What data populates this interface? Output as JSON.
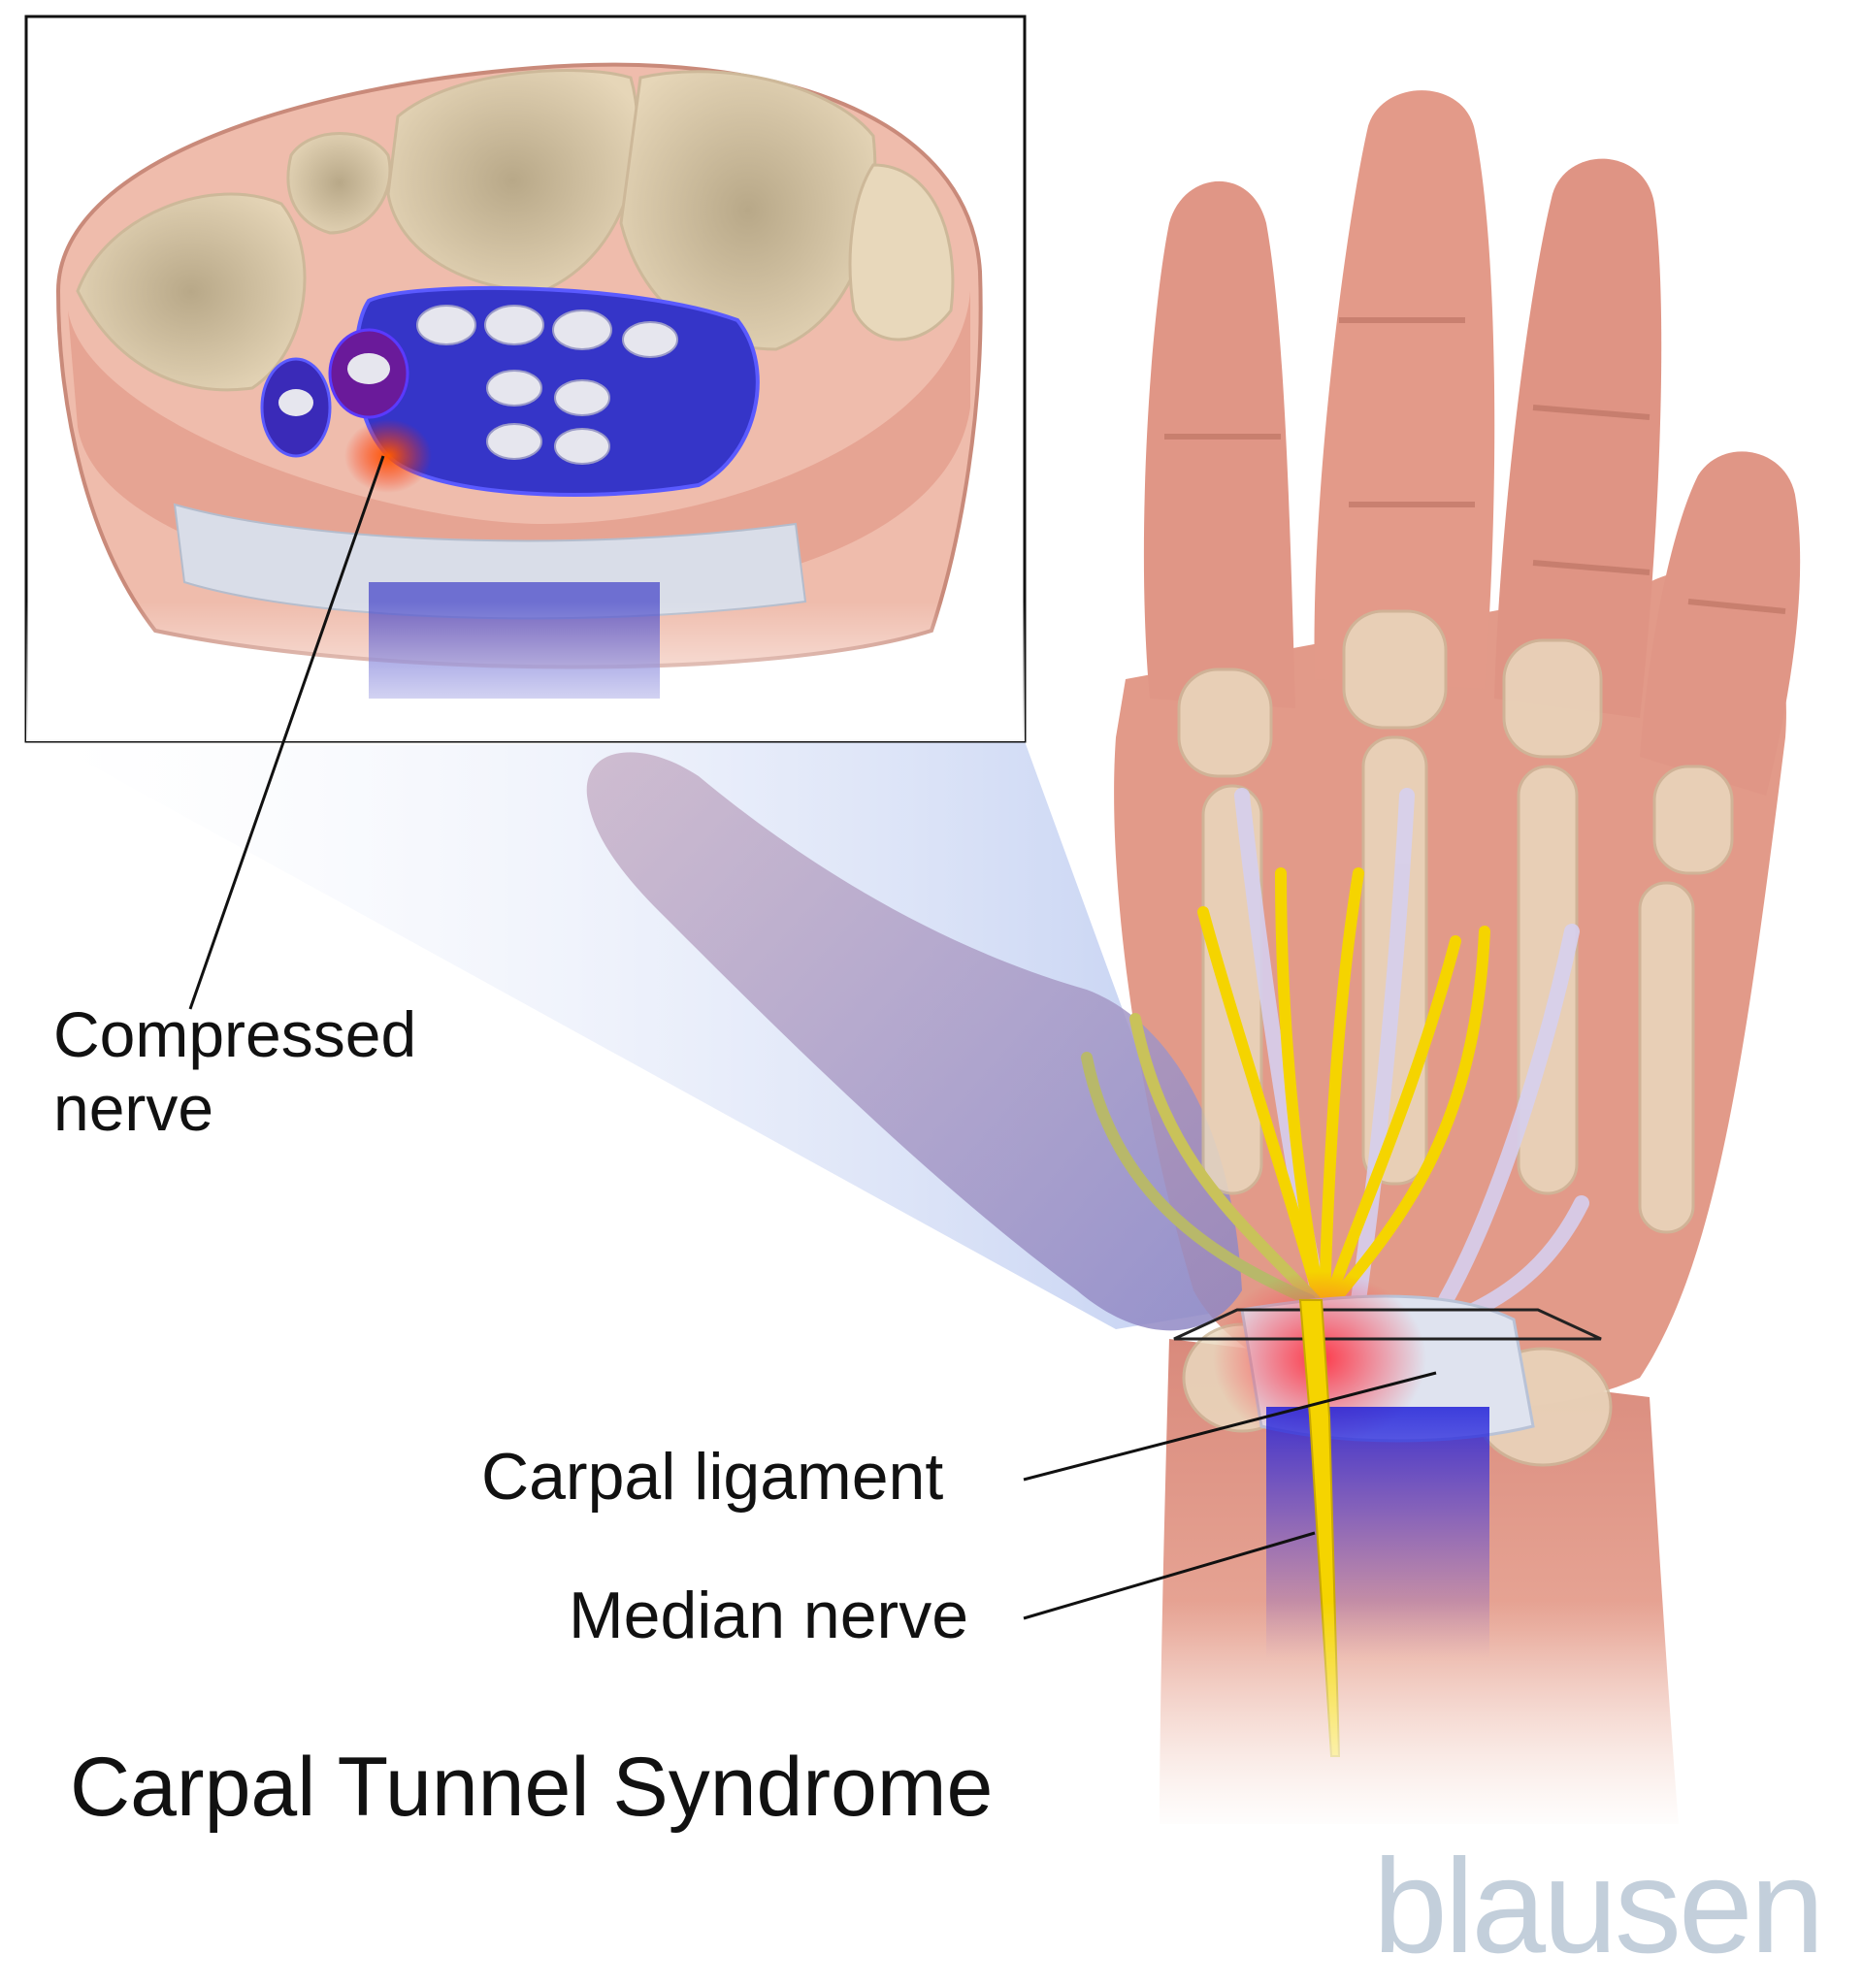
{
  "labels": {
    "compressed_nerve_line1": "Compressed",
    "compressed_nerve_line2": "nerve",
    "carpal_ligament": "Carpal ligament",
    "median_nerve": "Median nerve"
  },
  "title": "Carpal Tunnel Syndrome",
  "logo": "blausen",
  "colors": {
    "skin": "#e9a593",
    "bone": "#e8d6bd",
    "nerve": "#f5d400",
    "inflammation": "#ff3b30",
    "tendon_sheath": "#2a2ad0",
    "magnifier_beam": "#b8c8ef",
    "logo": "#c3cfdb"
  }
}
